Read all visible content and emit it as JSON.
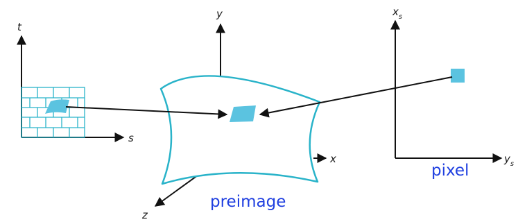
{
  "texture_axes": {
    "t": "t",
    "s": "s"
  },
  "object_axes": {
    "y": "y",
    "x": "x",
    "z": "z"
  },
  "screen_axes": {
    "xs_main": "x",
    "xs_sub": "s",
    "ys_main": "y",
    "ys_sub": "s"
  },
  "captions": {
    "preimage": "preimage",
    "pixel": "pixel"
  },
  "colors": {
    "fill": "#5bc3e0",
    "stroke": "#29b3c9",
    "caption": "#1f3fe0",
    "ink": "#111111"
  }
}
